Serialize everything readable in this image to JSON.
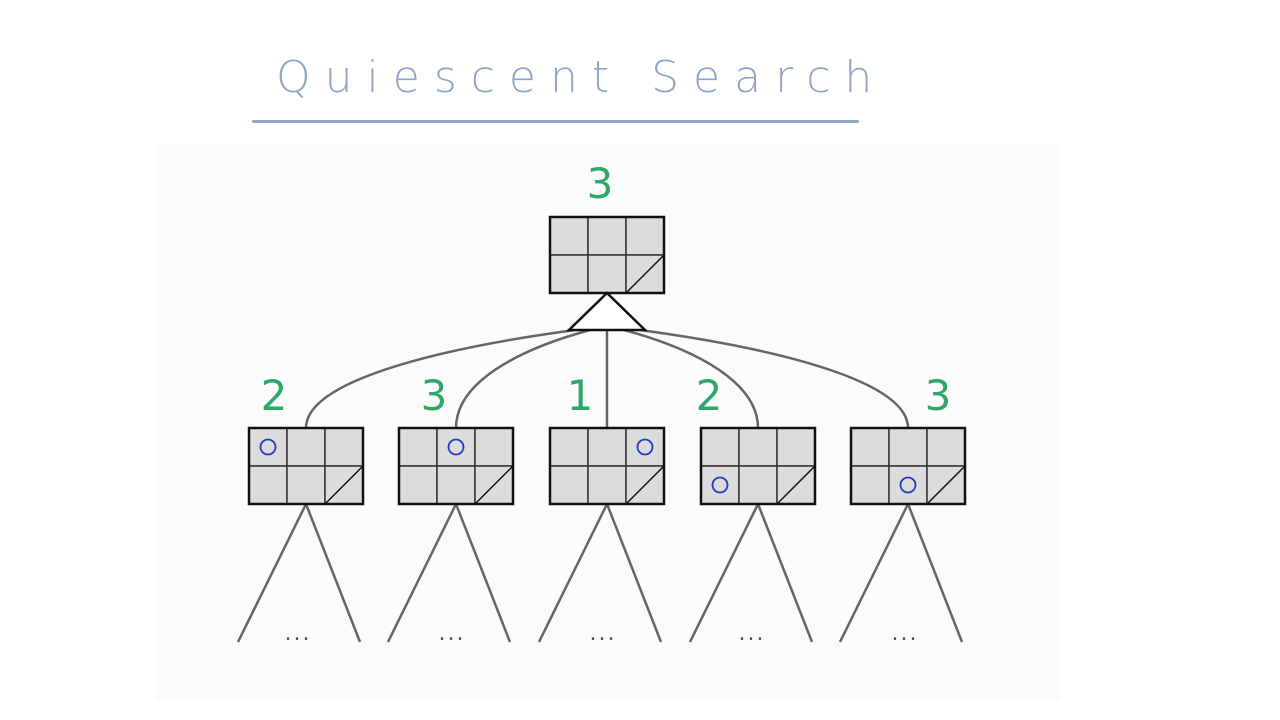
{
  "title": "Quiescent Search",
  "colors": {
    "title": "#8ea6c7",
    "score": "#2ea866",
    "mark": "#1f3fbf",
    "cell": "#dcdcdc"
  },
  "root": {
    "score": "3",
    "board": {
      "marks": []
    }
  },
  "children": [
    {
      "score": "2",
      "board": {
        "marks": [
          {
            "row": 0,
            "col": 0
          }
        ]
      },
      "continuation": "..."
    },
    {
      "score": "3",
      "board": {
        "marks": [
          {
            "row": 0,
            "col": 1
          }
        ]
      },
      "continuation": "..."
    },
    {
      "score": "1",
      "board": {
        "marks": [
          {
            "row": 0,
            "col": 2
          }
        ]
      },
      "continuation": "..."
    },
    {
      "score": "2",
      "board": {
        "marks": [
          {
            "row": 1,
            "col": 0
          }
        ]
      },
      "continuation": "..."
    },
    {
      "score": "3",
      "board": {
        "marks": [
          {
            "row": 1,
            "col": 1
          }
        ]
      },
      "continuation": "..."
    }
  ]
}
